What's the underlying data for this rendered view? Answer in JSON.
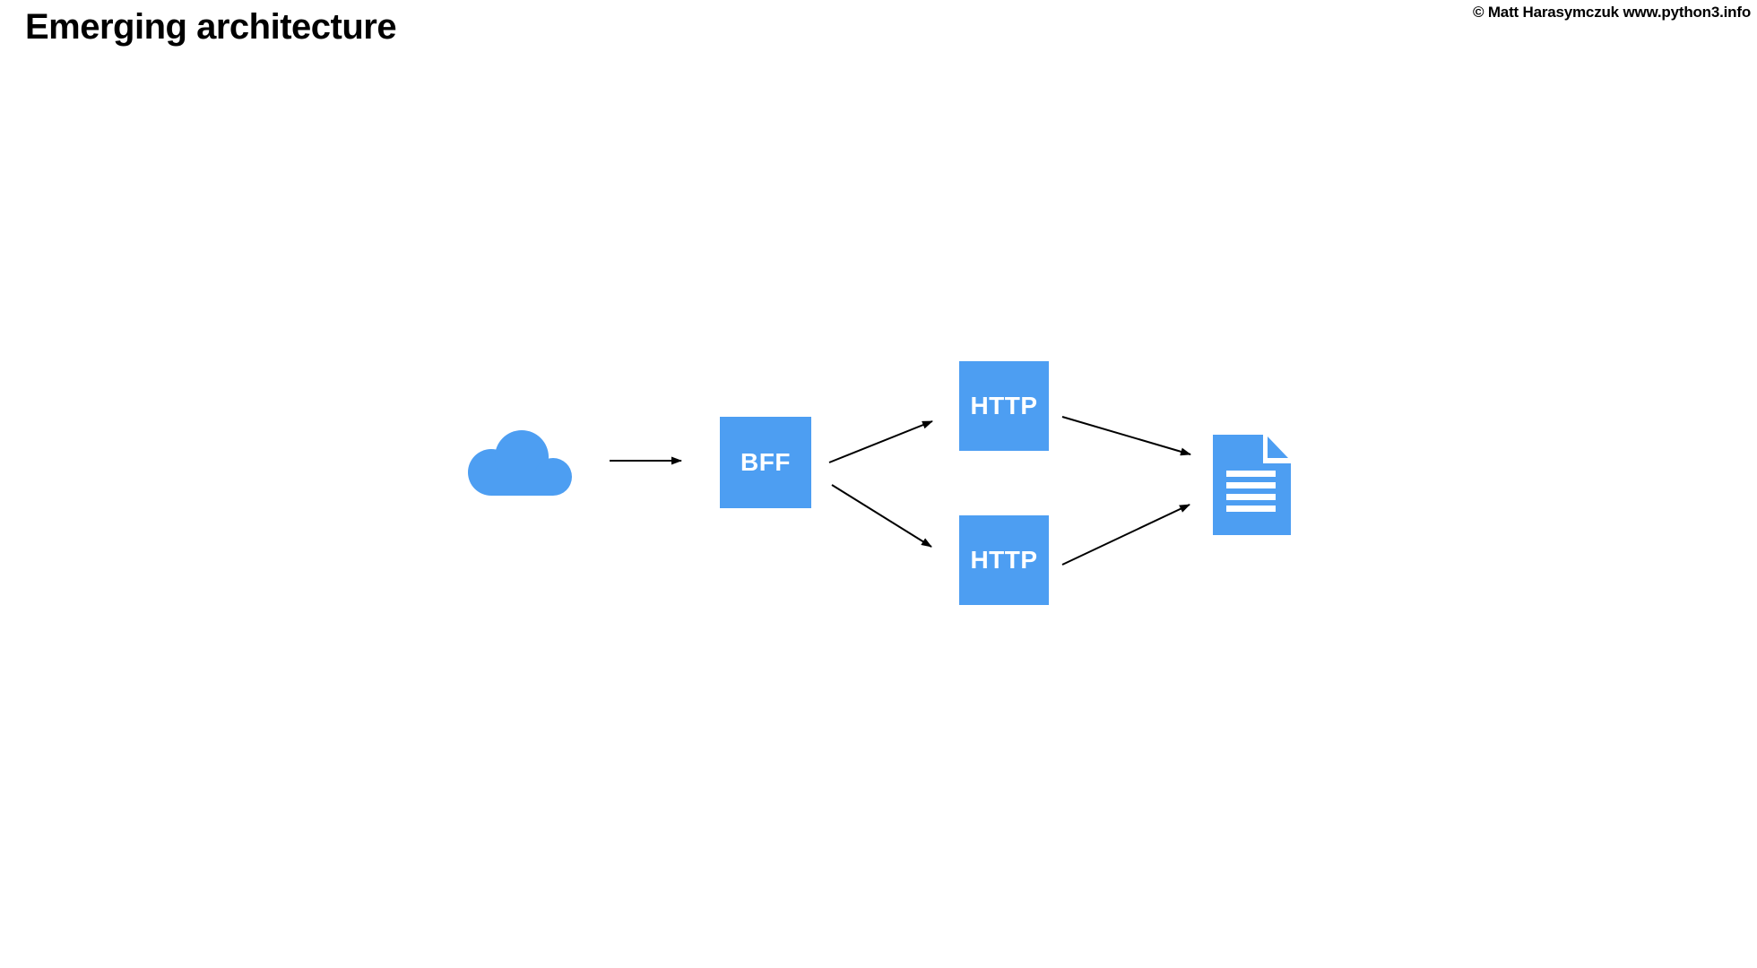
{
  "slide": {
    "title": "Emerging architecture",
    "copyright": "© Matt Harasymczuk www.python3.info"
  },
  "theme": {
    "background": "#FFFFFF",
    "text_color": "#000000",
    "accent_blue": "#4D9EF2",
    "arrow_color": "#000000",
    "node_label_color": "#FFFFFF"
  },
  "diagram": {
    "nodes": {
      "client": {
        "icon": "cloud-icon"
      },
      "bff": {
        "label": "BFF"
      },
      "http_top": {
        "label": "HTTP"
      },
      "http_bottom": {
        "label": "HTTP"
      },
      "result": {
        "icon": "document-icon"
      }
    },
    "edges": [
      {
        "from": "client",
        "to": "bff"
      },
      {
        "from": "bff",
        "to": "http_top"
      },
      {
        "from": "bff",
        "to": "http_bottom"
      },
      {
        "from": "http_top",
        "to": "result"
      },
      {
        "from": "http_bottom",
        "to": "result"
      }
    ]
  }
}
